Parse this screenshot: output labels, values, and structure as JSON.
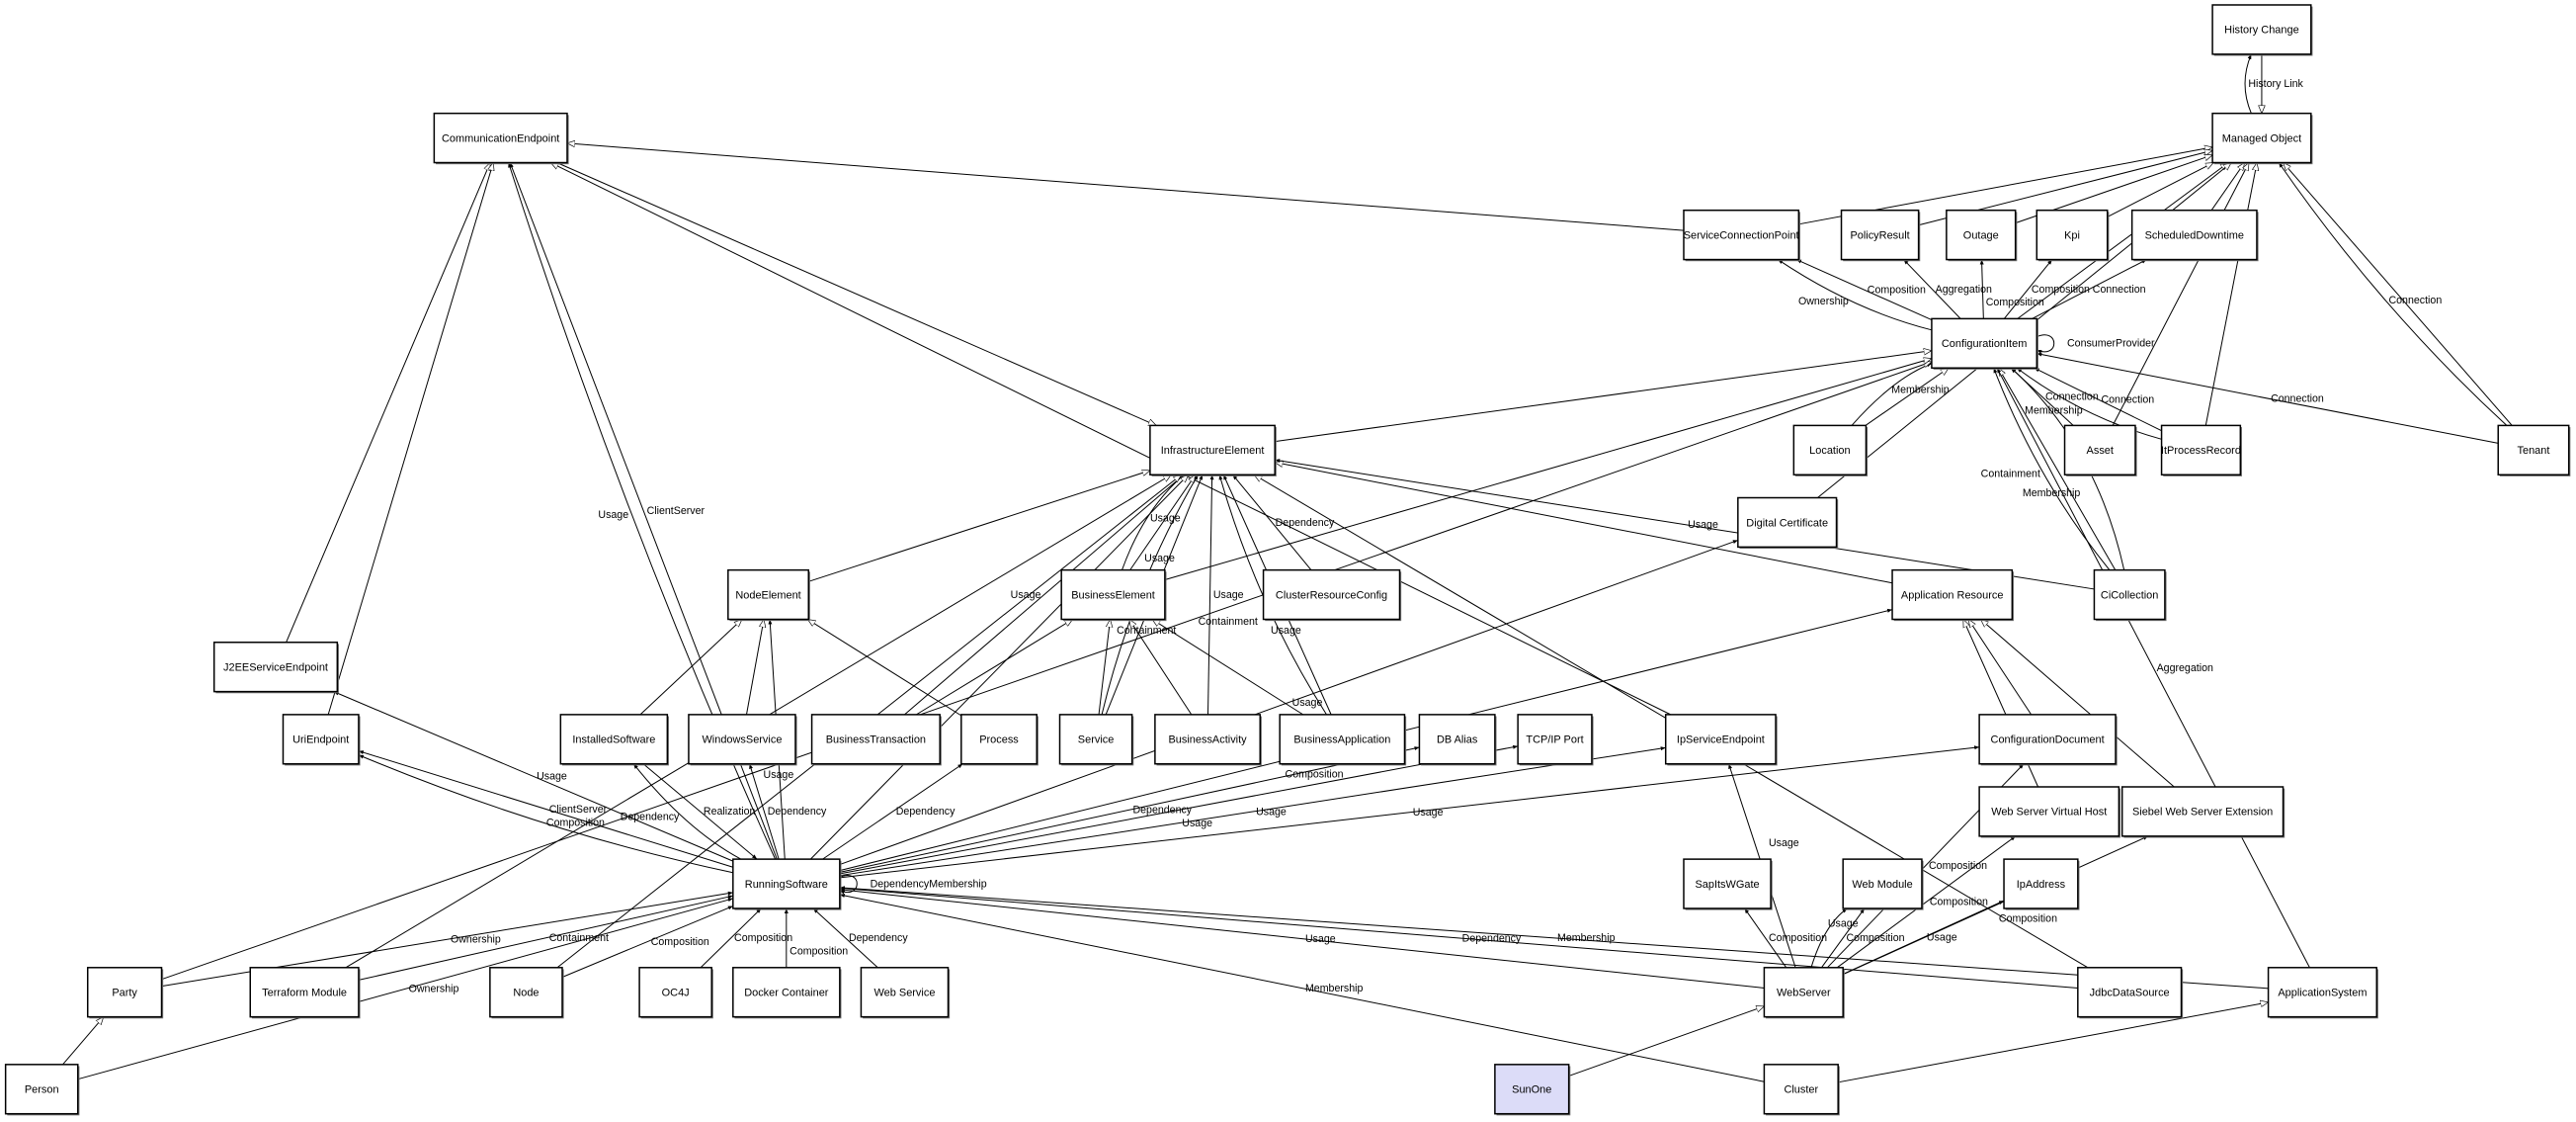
{
  "diagram": {
    "highlight_fill": "#dcdcf8",
    "nodes": [
      {
        "id": "history-change",
        "label": "History Change"
      },
      {
        "id": "managed-object",
        "label": "Managed Object"
      },
      {
        "id": "communication-endpoint",
        "label": "CommunicationEndpoint"
      },
      {
        "id": "service-connection-point",
        "label": "ServiceConnectionPoint"
      },
      {
        "id": "policy-result",
        "label": "PolicyResult"
      },
      {
        "id": "outage",
        "label": "Outage"
      },
      {
        "id": "kpi",
        "label": "Kpi"
      },
      {
        "id": "scheduled-downtime",
        "label": "ScheduledDowntime"
      },
      {
        "id": "configuration-item",
        "label": "ConfigurationItem"
      },
      {
        "id": "infrastructure-element",
        "label": "InfrastructureElement"
      },
      {
        "id": "location",
        "label": "Location"
      },
      {
        "id": "asset",
        "label": "Asset"
      },
      {
        "id": "it-process-record",
        "label": "ItProcessRecord"
      },
      {
        "id": "tenant",
        "label": "Tenant"
      },
      {
        "id": "digital-certificate",
        "label": "Digital Certificate"
      },
      {
        "id": "node-element",
        "label": "NodeElement"
      },
      {
        "id": "business-element",
        "label": "BusinessElement"
      },
      {
        "id": "cluster-resource-config",
        "label": "ClusterResourceConfig"
      },
      {
        "id": "application-resource",
        "label": "Application Resource"
      },
      {
        "id": "ci-collection",
        "label": "CiCollection"
      },
      {
        "id": "j2ee-service-endpoint",
        "label": "J2EEServiceEndpoint"
      },
      {
        "id": "uri-endpoint",
        "label": "UriEndpoint"
      },
      {
        "id": "installed-software",
        "label": "InstalledSoftware"
      },
      {
        "id": "windows-service",
        "label": "WindowsService"
      },
      {
        "id": "business-transaction",
        "label": "BusinessTransaction"
      },
      {
        "id": "process",
        "label": "Process"
      },
      {
        "id": "service",
        "label": "Service"
      },
      {
        "id": "business-activity",
        "label": "BusinessActivity"
      },
      {
        "id": "business-application",
        "label": "BusinessApplication"
      },
      {
        "id": "db-alias",
        "label": "DB Alias"
      },
      {
        "id": "tcpip-port",
        "label": "TCP/IP Port"
      },
      {
        "id": "ip-service-endpoint",
        "label": "IpServiceEndpoint"
      },
      {
        "id": "configuration-document",
        "label": "ConfigurationDocument"
      },
      {
        "id": "web-server-virtual-host",
        "label": "Web Server Virtual Host"
      },
      {
        "id": "siebel-web-server-extension",
        "label": "Siebel Web Server Extension"
      },
      {
        "id": "running-software",
        "label": "RunningSoftware"
      },
      {
        "id": "sap-its-wgate",
        "label": "SapItsWGate"
      },
      {
        "id": "web-module",
        "label": "Web Module"
      },
      {
        "id": "ip-address",
        "label": "IpAddress"
      },
      {
        "id": "party",
        "label": "Party"
      },
      {
        "id": "terraform-module",
        "label": "Terraform Module"
      },
      {
        "id": "node",
        "label": "Node"
      },
      {
        "id": "oc4j",
        "label": "OC4J"
      },
      {
        "id": "docker-container",
        "label": "Docker Container"
      },
      {
        "id": "web-service",
        "label": "Web Service"
      },
      {
        "id": "web-server",
        "label": "WebServer"
      },
      {
        "id": "jdbc-data-source",
        "label": "JdbcDataSource"
      },
      {
        "id": "application-system",
        "label": "ApplicationSystem"
      },
      {
        "id": "person",
        "label": "Person"
      },
      {
        "id": "sun-one",
        "label": "SunOne",
        "highlighted": true
      },
      {
        "id": "cluster",
        "label": "Cluster"
      }
    ],
    "edges": [
      {
        "from": "history-change",
        "to": "managed-object",
        "kind": "generalization",
        "label": ""
      },
      {
        "from": "managed-object",
        "to": "history-change",
        "kind": "association",
        "label": "History Link"
      },
      {
        "from": "service-connection-point",
        "to": "managed-object",
        "kind": "generalization",
        "label": ""
      },
      {
        "from": "policy-result",
        "to": "managed-object",
        "kind": "generalization",
        "label": ""
      },
      {
        "from": "outage",
        "to": "managed-object",
        "kind": "generalization",
        "label": ""
      },
      {
        "from": "kpi",
        "to": "managed-object",
        "kind": "generalization",
        "label": ""
      },
      {
        "from": "scheduled-downtime",
        "to": "managed-object",
        "kind": "generalization",
        "label": ""
      },
      {
        "from": "configuration-item",
        "to": "managed-object",
        "kind": "generalization",
        "label": ""
      },
      {
        "from": "digital-certificate",
        "to": "managed-object",
        "kind": "generalization",
        "label": ""
      },
      {
        "from": "asset",
        "to": "managed-object",
        "kind": "generalization",
        "label": ""
      },
      {
        "from": "it-process-record",
        "to": "managed-object",
        "kind": "generalization",
        "label": ""
      },
      {
        "from": "tenant",
        "to": "managed-object",
        "kind": "generalization",
        "label": ""
      },
      {
        "from": "tenant",
        "to": "managed-object",
        "kind": "association",
        "label": "Connection"
      },
      {
        "from": "service-connection-point",
        "to": "communication-endpoint",
        "kind": "generalization",
        "label": ""
      },
      {
        "from": "j2ee-service-endpoint",
        "to": "communication-endpoint",
        "kind": "generalization",
        "label": ""
      },
      {
        "from": "uri-endpoint",
        "to": "communication-endpoint",
        "kind": "generalization",
        "label": ""
      },
      {
        "from": "ip-service-endpoint",
        "to": "communication-endpoint",
        "kind": "generalization",
        "label": ""
      },
      {
        "from": "communication-endpoint",
        "to": "infrastructure-element",
        "kind": "generalization",
        "label": ""
      },
      {
        "from": "configuration-item",
        "to": "service-connection-point",
        "kind": "association",
        "label": "Composition"
      },
      {
        "from": "configuration-item",
        "to": "service-connection-point",
        "kind": "association",
        "label": "Ownership"
      },
      {
        "from": "configuration-item",
        "to": "policy-result",
        "kind": "association",
        "label": "Aggregation"
      },
      {
        "from": "configuration-item",
        "to": "outage",
        "kind": "association",
        "label": "Composition"
      },
      {
        "from": "configuration-item",
        "to": "kpi",
        "kind": "association",
        "label": "Composition"
      },
      {
        "from": "configuration-item",
        "to": "scheduled-downtime",
        "kind": "association",
        "label": "Connection"
      },
      {
        "from": "configuration-item",
        "to": "configuration-item",
        "kind": "association",
        "label": "ConsumerProvider"
      },
      {
        "from": "infrastructure-element",
        "to": "configuration-item",
        "kind": "generalization",
        "label": ""
      },
      {
        "from": "location",
        "to": "configuration-item",
        "kind": "generalization",
        "label": ""
      },
      {
        "from": "location",
        "to": "configuration-item",
        "kind": "association",
        "label": "Membership"
      },
      {
        "from": "asset",
        "to": "configuration-item",
        "kind": "association",
        "label": "Connection"
      },
      {
        "from": "it-process-record",
        "to": "configuration-item",
        "kind": "association",
        "label": "Connection"
      },
      {
        "from": "it-process-record",
        "to": "configuration-item",
        "kind": "association",
        "label": "Membership"
      },
      {
        "from": "tenant",
        "to": "configuration-item",
        "kind": "association",
        "label": "Connection"
      },
      {
        "from": "ci-collection",
        "to": "configuration-item",
        "kind": "generalization",
        "label": ""
      },
      {
        "from": "ci-collection",
        "to": "configuration-item",
        "kind": "association",
        "label": "Containment"
      },
      {
        "from": "ci-collection",
        "to": "configuration-item",
        "kind": "association",
        "label": "Membership"
      },
      {
        "from": "application-system",
        "to": "configuration-item",
        "kind": "association",
        "label": "Aggregation"
      },
      {
        "from": "party",
        "to": "configuration-item",
        "kind": "generalization",
        "label": ""
      },
      {
        "from": "business-element",
        "to": "configuration-item",
        "kind": "generalization",
        "label": ""
      },
      {
        "from": "node-element",
        "to": "infrastructure-element",
        "kind": "generalization",
        "label": ""
      },
      {
        "from": "business-element",
        "to": "infrastructure-element",
        "kind": "generalization",
        "label": ""
      },
      {
        "from": "business-element",
        "to": "infrastructure-element",
        "kind": "association",
        "label": "Usage"
      },
      {
        "from": "cluster-resource-config",
        "to": "infrastructure-element",
        "kind": "association",
        "label": "Dependency"
      },
      {
        "from": "application-resource",
        "to": "infrastructure-element",
        "kind": "generalization",
        "label": ""
      },
      {
        "from": "ci-collection",
        "to": "infrastructure-element",
        "kind": "association",
        "label": "Usage"
      },
      {
        "from": "business-transaction",
        "to": "infrastructure-element",
        "kind": "association",
        "label": "Usage"
      },
      {
        "from": "service",
        "to": "infrastructure-element",
        "kind": "association",
        "label": "Containment"
      },
      {
        "from": "service",
        "to": "infrastructure-element",
        "kind": "association",
        "label": "Usage"
      },
      {
        "from": "business-activity",
        "to": "infrastructure-element",
        "kind": "association",
        "label": "Usage"
      },
      {
        "from": "business-application",
        "to": "infrastructure-element",
        "kind": "association",
        "label": "Usage"
      },
      {
        "from": "business-application",
        "to": "infrastructure-element",
        "kind": "association",
        "label": "Containment"
      },
      {
        "from": "terraform-module",
        "to": "infrastructure-element",
        "kind": "generalization",
        "label": ""
      },
      {
        "from": "node",
        "to": "infrastructure-element",
        "kind": "generalization",
        "label": ""
      },
      {
        "from": "running-software",
        "to": "infrastructure-element",
        "kind": "generalization",
        "label": ""
      },
      {
        "from": "jdbc-data-source",
        "to": "infrastructure-element",
        "kind": "generalization",
        "label": ""
      },
      {
        "from": "installed-software",
        "to": "node-element",
        "kind": "generalization",
        "label": ""
      },
      {
        "from": "windows-service",
        "to": "node-element",
        "kind": "generalization",
        "label": ""
      },
      {
        "from": "process",
        "to": "node-element",
        "kind": "generalization",
        "label": ""
      },
      {
        "from": "business-transaction",
        "to": "business-element",
        "kind": "generalization",
        "label": ""
      },
      {
        "from": "service",
        "to": "business-element",
        "kind": "generalization",
        "label": ""
      },
      {
        "from": "business-activity",
        "to": "business-element",
        "kind": "generalization",
        "label": ""
      },
      {
        "from": "business-application",
        "to": "business-element",
        "kind": "generalization",
        "label": ""
      },
      {
        "from": "configuration-document",
        "to": "application-resource",
        "kind": "generalization",
        "label": ""
      },
      {
        "from": "web-server-virtual-host",
        "to": "application-resource",
        "kind": "generalization",
        "label": ""
      },
      {
        "from": "siebel-web-server-extension",
        "to": "application-resource",
        "kind": "generalization",
        "label": ""
      },
      {
        "from": "running-software",
        "to": "communication-endpoint",
        "kind": "association",
        "label": "ClientServer"
      },
      {
        "from": "running-software",
        "to": "communication-endpoint",
        "kind": "association",
        "label": "Usage"
      },
      {
        "from": "running-software",
        "to": "node-element",
        "kind": "association",
        "label": "Usage"
      },
      {
        "from": "running-software",
        "to": "j2ee-service-endpoint",
        "kind": "association",
        "label": "Usage"
      },
      {
        "from": "running-software",
        "to": "uri-endpoint",
        "kind": "association",
        "label": "ClientServer"
      },
      {
        "from": "running-software",
        "to": "uri-endpoint",
        "kind": "association",
        "label": "Composition"
      },
      {
        "from": "installed-software",
        "to": "running-software",
        "kind": "association",
        "label": "Realization"
      },
      {
        "from": "running-software",
        "to": "installed-software",
        "kind": "association",
        "label": "Dependency"
      },
      {
        "from": "running-software",
        "to": "windows-service",
        "kind": "association",
        "label": "Dependency"
      },
      {
        "from": "running-software",
        "to": "process",
        "kind": "association",
        "label": "Dependency"
      },
      {
        "from": "running-software",
        "to": "db-alias",
        "kind": "association",
        "label": "Dependency"
      },
      {
        "from": "running-software",
        "to": "tcpip-port",
        "kind": "association",
        "label": "Usage"
      },
      {
        "from": "running-software",
        "to": "ip-service-endpoint",
        "kind": "association",
        "label": "Usage"
      },
      {
        "from": "running-software",
        "to": "digital-certificate",
        "kind": "association",
        "label": "Usage"
      },
      {
        "from": "running-software",
        "to": "application-resource",
        "kind": "association",
        "label": "Composition"
      },
      {
        "from": "running-software",
        "to": "configuration-document",
        "kind": "association",
        "label": "Usage"
      },
      {
        "from": "running-software",
        "to": "running-software",
        "kind": "association",
        "label": "DependencyMembership"
      },
      {
        "from": "party",
        "to": "running-software",
        "kind": "association",
        "label": "Ownership"
      },
      {
        "from": "terraform-module",
        "to": "running-software",
        "kind": "association",
        "label": "Containment"
      },
      {
        "from": "node",
        "to": "running-software",
        "kind": "association",
        "label": "Composition"
      },
      {
        "from": "oc4j",
        "to": "running-software",
        "kind": "association",
        "label": "Composition"
      },
      {
        "from": "docker-container",
        "to": "running-software",
        "kind": "association",
        "label": "Composition"
      },
      {
        "from": "web-service",
        "to": "running-software",
        "kind": "association",
        "label": "Dependency"
      },
      {
        "from": "person",
        "to": "running-software",
        "kind": "association",
        "label": "Ownership"
      },
      {
        "from": "person",
        "to": "party",
        "kind": "generalization",
        "label": ""
      },
      {
        "from": "cluster",
        "to": "running-software",
        "kind": "association",
        "label": "Membership"
      },
      {
        "from": "web-server",
        "to": "running-software",
        "kind": "association",
        "label": "Usage"
      },
      {
        "from": "jdbc-data-source",
        "to": "running-software",
        "kind": "association",
        "label": "Dependency"
      },
      {
        "from": "application-system",
        "to": "running-software",
        "kind": "association",
        "label": "Membership"
      },
      {
        "from": "web-server",
        "to": "sap-its-wgate",
        "kind": "association",
        "label": "Composition"
      },
      {
        "from": "web-server",
        "to": "web-module",
        "kind": "association",
        "label": "Composition"
      },
      {
        "from": "web-server",
        "to": "web-module",
        "kind": "association",
        "label": "Usage"
      },
      {
        "from": "web-server",
        "to": "ip-address",
        "kind": "association",
        "label": "Usage"
      },
      {
        "from": "web-server",
        "to": "web-server-virtual-host",
        "kind": "association",
        "label": "Composition"
      },
      {
        "from": "web-server",
        "to": "siebel-web-server-extension",
        "kind": "association",
        "label": "Composition"
      },
      {
        "from": "web-server",
        "to": "configuration-document",
        "kind": "association",
        "label": "Composition"
      },
      {
        "from": "web-server",
        "to": "ip-service-endpoint",
        "kind": "association",
        "label": "Usage"
      },
      {
        "from": "sun-one",
        "to": "web-server",
        "kind": "generalization",
        "label": ""
      },
      {
        "from": "cluster",
        "to": "application-system",
        "kind": "generalization",
        "label": ""
      }
    ]
  }
}
